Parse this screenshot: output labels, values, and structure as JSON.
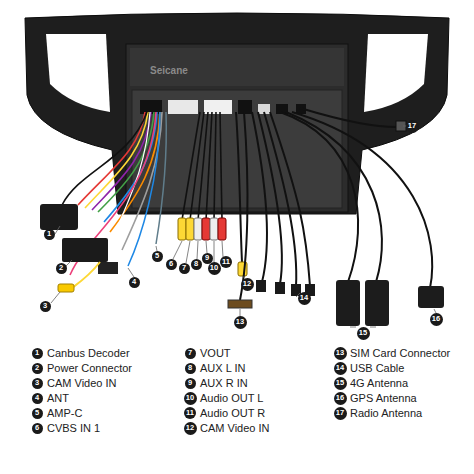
{
  "diagram": {
    "nodes": [
      {
        "text": [
          "1"
        ]
      },
      {
        "text": [
          "2"
        ]
      },
      {
        "text": [
          "3"
        ]
      },
      {
        "text": [
          "4"
        ]
      },
      {
        "text": [
          "5"
        ]
      },
      {
        "text": [
          "6"
        ]
      },
      {
        "text": [
          "7"
        ]
      },
      {
        "text": [
          "8"
        ]
      },
      {
        "text": [
          "9"
        ]
      },
      {
        "text": [
          "10"
        ]
      },
      {
        "text": [
          "11"
        ]
      },
      {
        "text": [
          "12"
        ]
      },
      {
        "text": [
          "13"
        ]
      },
      {
        "text": [
          "14"
        ]
      },
      {
        "text": [
          "15"
        ]
      },
      {
        "text": [
          "16"
        ]
      },
      {
        "text": [
          "17"
        ]
      },
      {
        "text": [
          "1"
        ]
      },
      {
        "text": [
          "2"
        ]
      },
      {
        "text": [
          "3"
        ]
      },
      {
        "text": [
          "4"
        ]
      },
      {
        "text": [
          "5"
        ]
      },
      {
        "text": [
          "6"
        ]
      },
      {
        "text": [
          "7"
        ]
      },
      {
        "text": [
          "8"
        ]
      },
      {
        "text": [
          "9"
        ]
      },
      {
        "text": [
          "10"
        ]
      },
      {
        "text": [
          "11"
        ]
      },
      {
        "text": [
          "12"
        ]
      },
      {
        "text": [
          "13"
        ]
      },
      {
        "text": [
          "14"
        ]
      },
      {
        "text": [
          "15"
        ]
      },
      {
        "text": [
          "16"
        ]
      },
      {
        "text": [
          "17"
        ]
      }
    ],
    "labels": [
      "Seicane",
      "Canbus Decoder",
      "Power Connector",
      "CAM Video IN",
      "ANT",
      "AMP-C",
      "CVBS IN 1",
      "VOUT",
      "AUX L IN",
      "AUX R IN",
      "Audio OUT L",
      "Audio OUT R",
      "CAM Video IN",
      "SIM Card Connector",
      "USB Cable",
      "4G Antenna",
      "GPS Antenna",
      "Radio Antenna"
    ]
  }
}
